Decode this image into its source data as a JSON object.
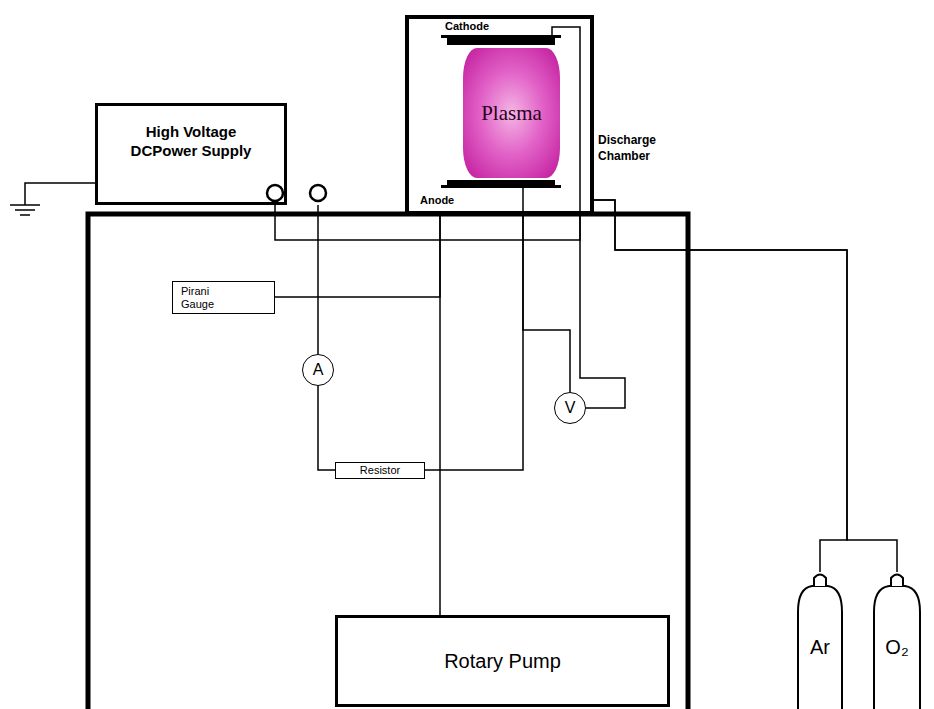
{
  "diagram": {
    "nodes": [
      {
        "text": [
          "High Voltage DCPower Supply"
        ]
      },
      {
        "text": [
          "Discharge Chamber"
        ]
      },
      {
        "text": [
          "Plasma"
        ],
        "in": 1
      },
      {
        "text": [
          "Pirani Gauge"
        ]
      },
      {
        "text": [
          "A"
        ]
      },
      {
        "text": [
          "V"
        ]
      },
      {
        "text": [
          "Resistor"
        ]
      },
      {
        "text": [
          "Rotary Pump"
        ]
      },
      {
        "text": [
          "Ar"
        ]
      },
      {
        "text": [
          "O₂"
        ]
      }
    ],
    "edges": [
      {
        "from": 0,
        "to": 4,
        "arrow": "none"
      },
      {
        "from": 4,
        "to": 6,
        "arrow": "none"
      },
      {
        "from": 6,
        "to": 1,
        "arrow": "none"
      },
      {
        "from": 0,
        "to": 1,
        "arrow": "none"
      },
      {
        "from": 1,
        "to": 5,
        "arrow": "none"
      },
      {
        "from": 5,
        "to": 1,
        "arrow": "none"
      },
      {
        "from": 1,
        "to": 7,
        "arrow": "none"
      },
      {
        "from": 3,
        "to": 1,
        "arrow": "none"
      },
      {
        "from": 8,
        "to": 1,
        "arrow": "none"
      },
      {
        "from": 9,
        "to": 1,
        "arrow": "none"
      }
    ],
    "labels": [
      "Cathode",
      "Anode"
    ]
  }
}
